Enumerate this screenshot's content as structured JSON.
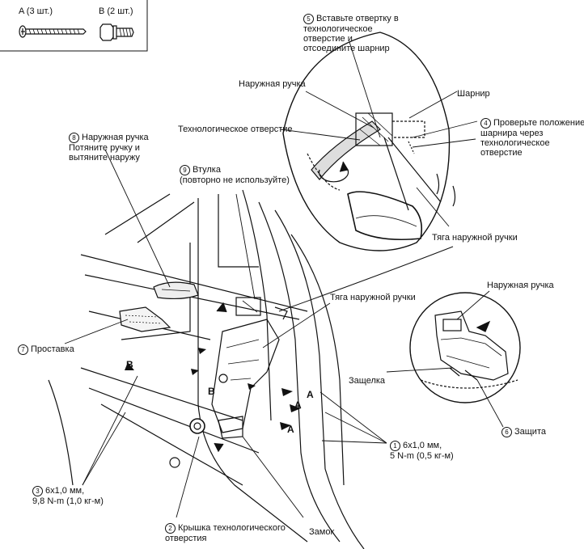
{
  "fasteners": {
    "a_label": "A (3 шт.)",
    "b_label": "B (2 шт.)"
  },
  "callouts": [
    {
      "num": "5",
      "text": "Вставьте отвертку в\nтехнологическое\nотверстие и\nотсоедините шарнир"
    },
    {
      "num": "4",
      "text": "Проверьте положение\nшарнира через\nтехнологическое\nотверстие"
    },
    {
      "num": "8",
      "text": "Наружная ручка\nПотяните ручку и\nвытяните наружу"
    },
    {
      "num": "9",
      "text": "Втулка\n(повторно не используйте)"
    },
    {
      "num": "7",
      "text": "Проставка"
    },
    {
      "num": "6",
      "text": "Защита"
    },
    {
      "num": "1",
      "text": "6x1,0 мм,\n5 N-m (0,5 кг-м)"
    },
    {
      "num": "3",
      "text": "6x1,0 мм,\n9,8 N-m (1,0 кг-м)"
    },
    {
      "num": "2",
      "text": "Крышка технологического\nотверстия"
    }
  ],
  "labels": {
    "outer_handle_top": "Наружная ручка",
    "hinge": "Шарнир",
    "service_hole": "Технологическое отверстие",
    "rod_top": "Тяга наружной ручки",
    "rod_mid": "Тяга наружной ручки",
    "outer_handle_right": "Наружная ручка",
    "latch": "Защелка",
    "lock": "Замок"
  },
  "letters": {
    "a": "A",
    "b": "B"
  }
}
